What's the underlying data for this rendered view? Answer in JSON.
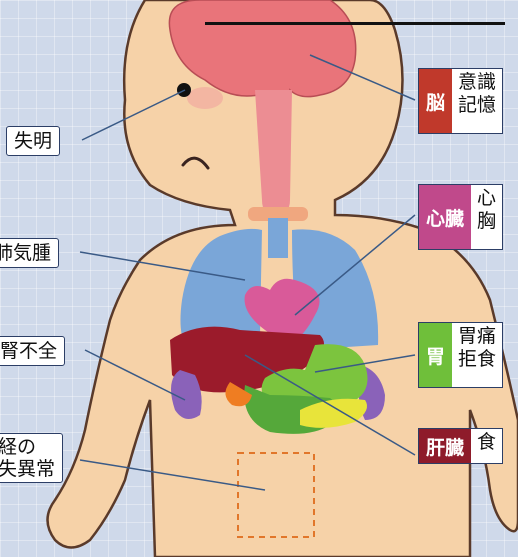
{
  "title": "",
  "organs": [
    {
      "id": "brain",
      "tag": "脳",
      "color": "#c0392b",
      "lines": [
        "意識",
        "記憶"
      ]
    },
    {
      "id": "heart",
      "tag": "心臓",
      "color": "#c0498b",
      "lines": [
        "心",
        "胸"
      ]
    },
    {
      "id": "stomach",
      "tag": "胃",
      "color": "#6fbf3a",
      "lines": [
        "胃痛",
        "拒食"
      ]
    },
    {
      "id": "liver",
      "tag": "肝臓",
      "color": "#8e1b2a",
      "lines": [
        "食"
      ]
    }
  ],
  "symptoms": {
    "blindness": "失明",
    "emphysema": "肺気腫",
    "kidney": "腎不全",
    "nerve_line1": "経の",
    "nerve_line2": "失異常"
  },
  "colors": {
    "skin": "#f6d2a8",
    "brain": "#e9747a",
    "lung": "#7aa6d8",
    "heart": "#d95a99",
    "liver": "#9b1b2b",
    "kidney": "#8a62b9",
    "stomach": "#7cc43e",
    "pancreas": "#e8e43a",
    "gallbladder": "#ef7d22",
    "leader": "#3a5a86"
  }
}
